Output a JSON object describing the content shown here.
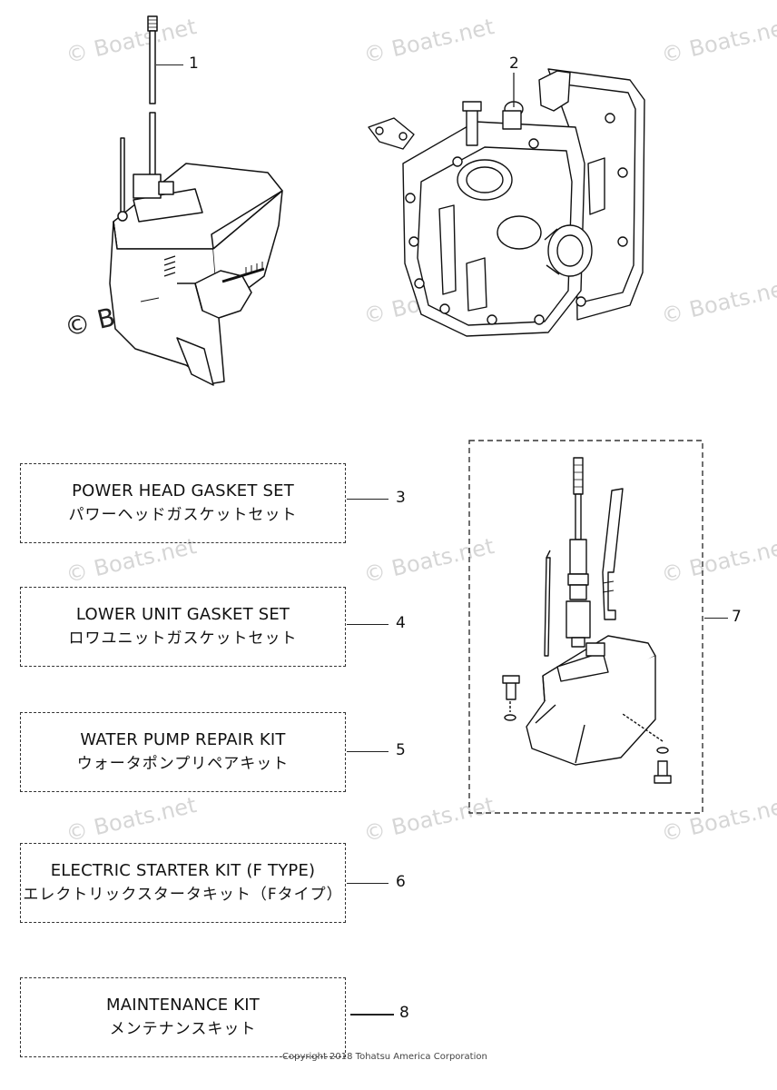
{
  "watermark": "© Boats.net",
  "callouts": [
    "1",
    "2",
    "3",
    "4",
    "5",
    "6",
    "7",
    "8"
  ],
  "kits": [
    {
      "number": "3",
      "en": "POWER HEAD GASKET SET",
      "jp": "パワーヘッドガスケットセット"
    },
    {
      "number": "4",
      "en": "LOWER UNIT GASKET SET",
      "jp": "ロワユニットガスケットセット"
    },
    {
      "number": "5",
      "en": "WATER PUMP REPAIR KIT",
      "jp": "ウォータポンプリペアキット"
    },
    {
      "number": "6",
      "en": "ELECTRIC STARTER KIT (F TYPE)",
      "jp": "エレクトリックスタータキット（Fタイプ）"
    },
    {
      "number": "8",
      "en": "MAINTENANCE KIT",
      "jp": "メンテナンスキット"
    }
  ],
  "copyright": "Copyright 2018 Tohatsu America Corporation"
}
